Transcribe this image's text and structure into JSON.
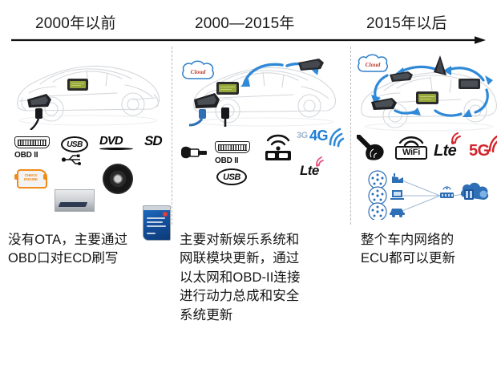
{
  "timeline": {
    "axis_icon": "right-arrow-axis",
    "eras": [
      {
        "label": "2000年以前"
      },
      {
        "label": "2000—2015年"
      },
      {
        "label": "2015年以后"
      }
    ]
  },
  "columns": [
    {
      "id": "pre-2000",
      "illustration": {
        "car_icon": "car-outline-illustration",
        "cable_icon": "obd-cable-connector",
        "module_icon": "green-ecu-module"
      },
      "icons": [
        {
          "name": "obd2-connector-icon",
          "label": "OBD II"
        },
        {
          "name": "usb-wordmark-icon",
          "label": "USB"
        },
        {
          "name": "usb-trident-icon",
          "label": ""
        },
        {
          "name": "dvd-wordmark-icon",
          "label": "DVD"
        },
        {
          "name": "sd-wordmark-icon",
          "label": "SD"
        },
        {
          "name": "check-engine-lamp-icon",
          "label": "CHECK ENGINE"
        },
        {
          "name": "head-unit-device-icon",
          "label": ""
        },
        {
          "name": "dvd-disc-icon",
          "label": ""
        },
        {
          "name": "sd-memory-card-icon",
          "label": ""
        }
      ],
      "caption_lines": [
        "没有OTA，主要通过",
        "OBD口对ECD刷写"
      ]
    },
    {
      "id": "2000-2015",
      "illustration": {
        "car_icon": "car-outline-illustration",
        "cloud_icon": "cloud-icon",
        "cloud_label": "Cloud",
        "arrow_icon": "blue-curved-arrow",
        "module_icon": "green-ecu-module",
        "ecu_icon": "black-ecu-module"
      },
      "icons": [
        {
          "name": "ethernet-cable-icon",
          "label": ""
        },
        {
          "name": "obd2-connector-icon",
          "label": "OBD II"
        },
        {
          "name": "usb-wordmark-icon",
          "label": "USB"
        },
        {
          "name": "wifi-router-icon",
          "label": ""
        },
        {
          "name": "network-3g-icon",
          "label": "3G"
        },
        {
          "name": "network-4g-icon",
          "label": "4G"
        },
        {
          "name": "lte-wordmark-icon",
          "label": "Lte"
        }
      ],
      "caption_lines": [
        "主要对新娱乐系统和",
        "网联模块更新，通过",
        "以太网和OBD-II连接",
        "进行动力总成和安全",
        "系统更新"
      ]
    },
    {
      "id": "post-2015",
      "illustration": {
        "car_icon": "car-outline-illustration",
        "cloud_icon": "cloud-icon",
        "cloud_label": "Cloud",
        "arrow_icon": "blue-network-arrows",
        "module_icon": "green-ecu-module",
        "ecu_icon": "black-ecu-module"
      },
      "icons": [
        {
          "name": "satellite-icon",
          "label": ""
        },
        {
          "name": "wifi-wordmark-icon",
          "label": "WiFi"
        },
        {
          "name": "lte-wordmark-icon",
          "label": "Lte"
        },
        {
          "name": "network-5g-icon",
          "label": "5G"
        }
      ],
      "network_diagram": {
        "name": "connected-vehicle-network-diagram",
        "nodes": [
          "factory-node",
          "office-node",
          "vehicle-node",
          "router-node",
          "cloud-server-node"
        ]
      },
      "caption_lines": [
        "整个车内网络的",
        "ECU都可以更新"
      ]
    }
  ],
  "colors": {
    "accent_blue": "#1d7fd6",
    "accent_red": "#d4232b",
    "accent_orange": "#f08a1d",
    "divider": "#b9b9b9",
    "text": "#151515",
    "car_outline": "#d2d5d9",
    "module_green": "#8f9e35"
  }
}
